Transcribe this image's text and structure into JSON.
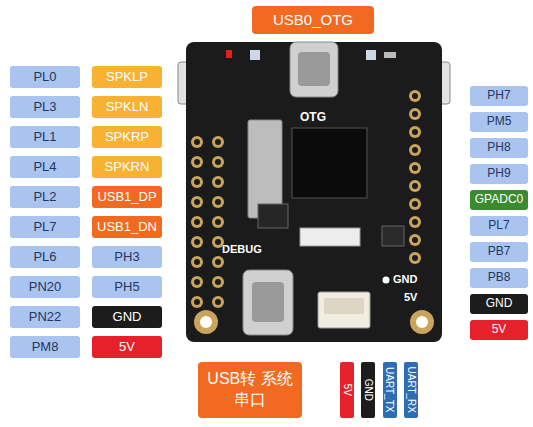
{
  "diagram": {
    "nodes": [
      {
        "text": [
          "USB0_OTG"
        ]
      },
      {
        "text": [
          "PL0"
        ]
      },
      {
        "text": [
          "PL3"
        ]
      },
      {
        "text": [
          "PL1"
        ]
      },
      {
        "text": [
          "PL4"
        ]
      },
      {
        "text": [
          "PL2"
        ]
      },
      {
        "text": [
          "PL7"
        ]
      },
      {
        "text": [
          "PL6"
        ]
      },
      {
        "text": [
          "PN20"
        ]
      },
      {
        "text": [
          "PN22"
        ]
      },
      {
        "text": [
          "PM8"
        ]
      },
      {
        "text": [
          "SPKLP"
        ]
      },
      {
        "text": [
          "SPKLN"
        ]
      },
      {
        "text": [
          "SPKRP"
        ]
      },
      {
        "text": [
          "SPKRN"
        ]
      },
      {
        "text": [
          "USB1_DP"
        ]
      },
      {
        "text": [
          "USB1_DN"
        ]
      },
      {
        "text": [
          "PH3"
        ]
      },
      {
        "text": [
          "PH5"
        ]
      },
      {
        "text": [
          "GND"
        ]
      },
      {
        "text": [
          "5V"
        ]
      },
      {
        "text": [
          "PH7"
        ]
      },
      {
        "text": [
          "PM5"
        ]
      },
      {
        "text": [
          "PH8"
        ]
      },
      {
        "text": [
          "PH9"
        ]
      },
      {
        "text": [
          "GPADC0"
        ]
      },
      {
        "text": [
          "PL7"
        ]
      },
      {
        "text": [
          "PB7"
        ]
      },
      {
        "text": [
          "PB8"
        ]
      },
      {
        "text": [
          "GND"
        ]
      },
      {
        "text": [
          "5V"
        ]
      },
      {
        "text": [
          "USB转 系统串口"
        ]
      },
      {
        "text": [
          "5V"
        ]
      },
      {
        "text": [
          "GND"
        ]
      },
      {
        "text": [
          "UART_TX"
        ]
      },
      {
        "text": [
          "UART_RX"
        ]
      }
    ],
    "labels": [
      "OTG",
      "DEBUG",
      "GND",
      "5V"
    ]
  }
}
